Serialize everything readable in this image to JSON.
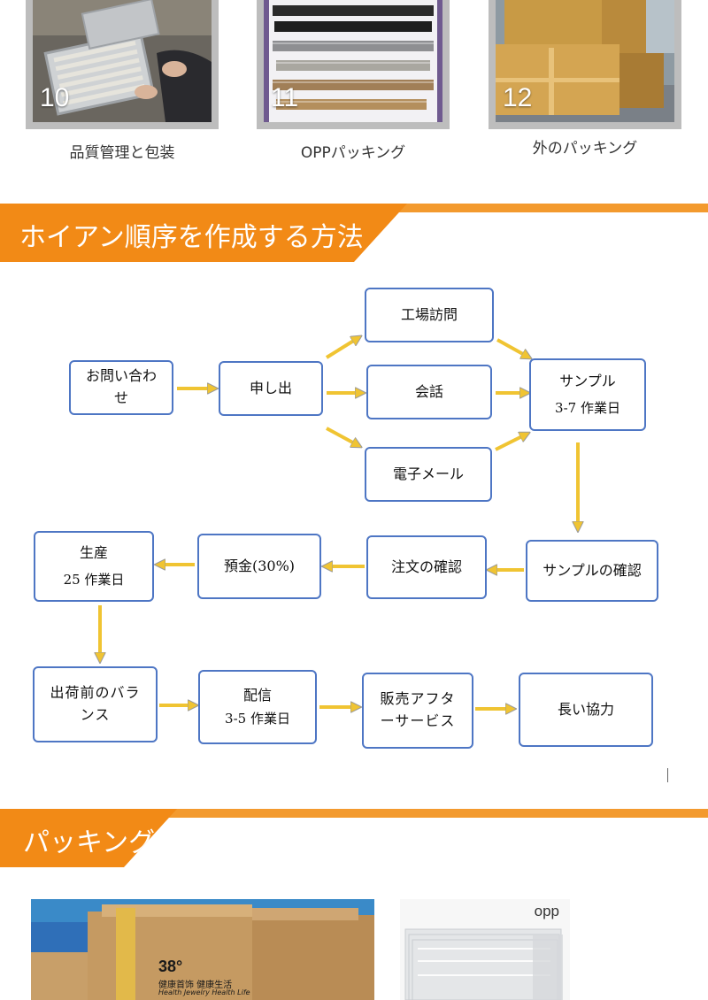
{
  "steps": [
    {
      "number": "10",
      "caption": "品質管理と包装"
    },
    {
      "number": "11",
      "caption": "OPPパッキング"
    },
    {
      "number": "12",
      "caption": "外のパッキング"
    }
  ],
  "section_order": {
    "title": "ホイアン順序を作成する方法"
  },
  "flow": {
    "inquiry": "お問い合わせ",
    "apply": "申し出",
    "factory_visit": "工場訪問",
    "meeting": "会話",
    "email": "電子メール",
    "sample": "サンプル",
    "sample_days": "3-7 作業日",
    "sample_confirm": "サンプルの確認",
    "order_confirm": "注文の確認",
    "deposit": "預金(30%)",
    "production": "生産",
    "production_days": "25 作業日",
    "balance": "出荷前のバランス",
    "delivery": "配信",
    "delivery_days": "3-5 作業日",
    "after_sales": "販売アフターサービス",
    "long_term": "長い協力"
  },
  "section_packing": {
    "title": "パッキング"
  },
  "packing_photos": {
    "box_brand": "38°",
    "box_text_cn": "健康首饰  健康生活",
    "box_text_en": "Health Jewelry  Health Life",
    "opp_label": "opp"
  }
}
